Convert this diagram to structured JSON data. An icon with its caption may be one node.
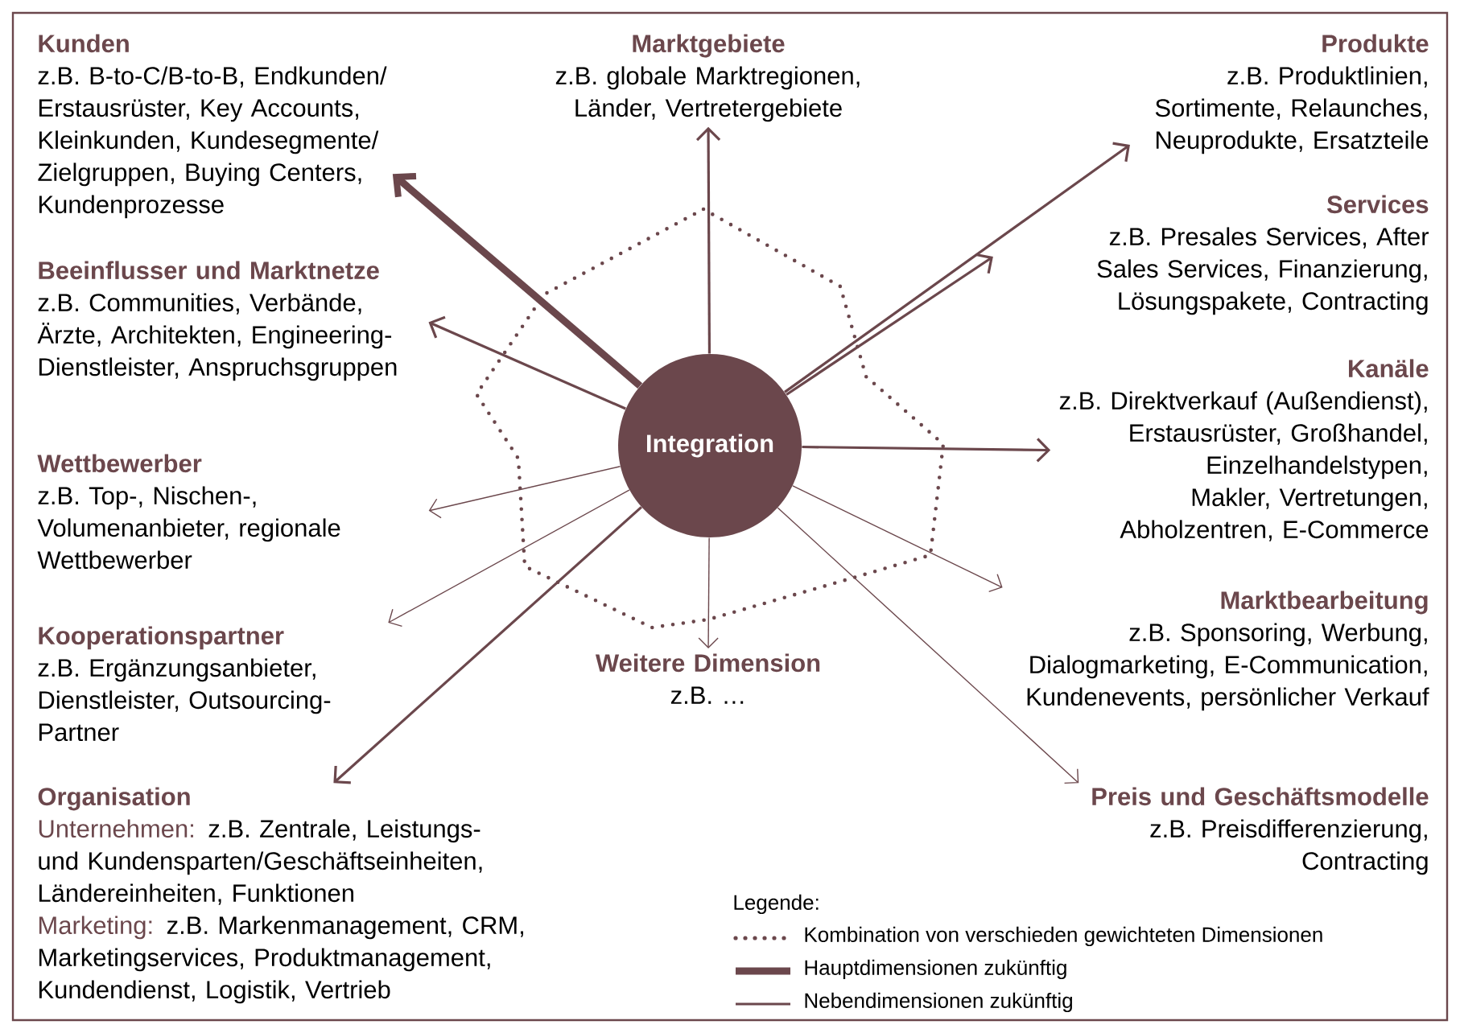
{
  "diagram": {
    "nodes": [
      {
        "text": [
          "Kunden",
          "z.B. B-to-C/B-to-B, Endkunden/ Erstausrüster, Key Accounts, Kleinkunden, Kundesegmente/ Zielgruppen, Buying Centers, Kundenprozesse"
        ]
      },
      {
        "text": [
          "Marktgebiete",
          "z.B. globale Marktregionen, Länder, Vertretergebiete"
        ]
      },
      {
        "text": [
          "Produkte",
          "z.B. Produktlinien, Sortimente, Relaunches, Neuprodukte, Ersatzteile"
        ]
      },
      {
        "text": [
          "Services",
          "z.B. Presales Services, After Sales Services, Finanzierung, Lösungspakete, Contracting"
        ]
      },
      {
        "text": [
          "Beeinflusser und Marktnetze",
          "z.B. Communities, Verbände, Ärzte, Architekten, Engineering-Dienstleister, Anspruchsgruppen"
        ]
      },
      {
        "text": [
          "Kanäle",
          "z.B. Direktverkauf (Außendienst), Erstausrüster, Großhandel, Einzelhandelstypen, Makler, Vertretungen, Abholzentren, E-Commerce"
        ]
      },
      {
        "text": [
          "Integration"
        ]
      },
      {
        "text": [
          "Wettbewerber",
          "z.B. Top-, Nischen-, Volumenanbieter, regionale Wettbewerber"
        ]
      },
      {
        "text": [
          "Kooperationspartner",
          "z.B. Ergänzungsanbieter, Dienstleister, Outsourcing-Partner"
        ]
      },
      {
        "text": [
          "Marktbearbeitung",
          "z.B. Sponsoring, Werbung, Dialogmarketing, E-Communication, Kundenevents, persönlicher Verkauf"
        ]
      },
      {
        "text": [
          "Weitere Dimension",
          "z.B. …"
        ]
      },
      {
        "text": [
          "Organisation",
          "Unternehmen:",
          "z.B. Zentrale, Leistungs- und Kundensparten/Geschäftseinheiten, Ländereinheiten, Funktionen",
          "Marketing:",
          "z.B. Markenmanagement, CRM, Marketingservices, Produktmanagement, Kundendienst, Logistik, Vertrieb"
        ]
      },
      {
        "text": [
          "Preis und Geschäftsmodelle",
          "z.B. Preisdifferenzierung, Contracting"
        ]
      }
    ],
    "edges": [
      {
        "from": 6,
        "to": 0,
        "arrow": "to",
        "style": "thick"
      },
      {
        "from": 6,
        "to": 1,
        "arrow": "to"
      },
      {
        "from": 6,
        "to": 2,
        "arrow": "to"
      },
      {
        "from": 6,
        "to": 3,
        "arrow": "to"
      },
      {
        "from": 6,
        "to": 4,
        "arrow": "to"
      },
      {
        "from": 6,
        "to": 5,
        "arrow": "to"
      },
      {
        "from": 6,
        "to": 7,
        "arrow": "to"
      },
      {
        "from": 6,
        "to": 8,
        "arrow": "to"
      },
      {
        "from": 6,
        "to": 9,
        "arrow": "to"
      },
      {
        "from": 6,
        "to": 10,
        "arrow": "to"
      },
      {
        "from": 6,
        "to": 11,
        "arrow": "to"
      },
      {
        "from": 6,
        "to": 12,
        "arrow": "to"
      }
    ],
    "labels": [
      "Legende:"
    ],
    "legend": [
      {
        "text": "Kombination von verschieden gewichteten Dimensionen"
      },
      {
        "text": "Hauptdimensionen zukünftig"
      },
      {
        "text": "Nebendimensionen zukünftig"
      }
    ]
  }
}
